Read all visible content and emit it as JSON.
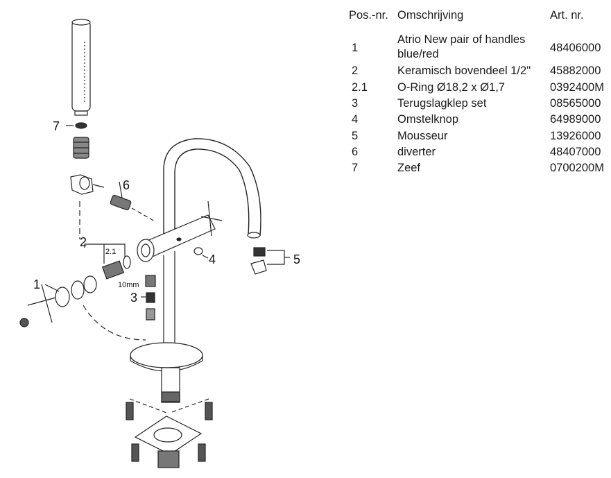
{
  "table": {
    "headers": {
      "pos": "Pos.-nr.",
      "desc": "Omschrijving",
      "art": "Art. nr."
    },
    "rows": [
      {
        "pos": "1",
        "desc": "Atrio New pair of handles",
        "desc2": "blue/red",
        "art": "48406000"
      },
      {
        "pos": "2",
        "desc": "Keramisch bovendeel 1/2\"",
        "art": "45882000"
      },
      {
        "pos": "2.1",
        "desc": "O-Ring Ø18,2 x Ø1,7",
        "art": "0392400M"
      },
      {
        "pos": "3",
        "desc": "Terugslagklep set",
        "art": "08565000"
      },
      {
        "pos": "4",
        "desc": "Omstelknop",
        "art": "64989000"
      },
      {
        "pos": "5",
        "desc": "Mousseur",
        "art": "13926000"
      },
      {
        "pos": "6",
        "desc": "diverter",
        "art": "48407000"
      },
      {
        "pos": "7",
        "desc": "Zeef",
        "art": "0700200M"
      }
    ]
  },
  "diagram": {
    "callouts": {
      "c1": "1",
      "c2": "2",
      "c21": "2.1",
      "c3": "3",
      "c4": "4",
      "c5": "5",
      "c6": "6",
      "c7": "7",
      "dim": "10mm"
    }
  }
}
